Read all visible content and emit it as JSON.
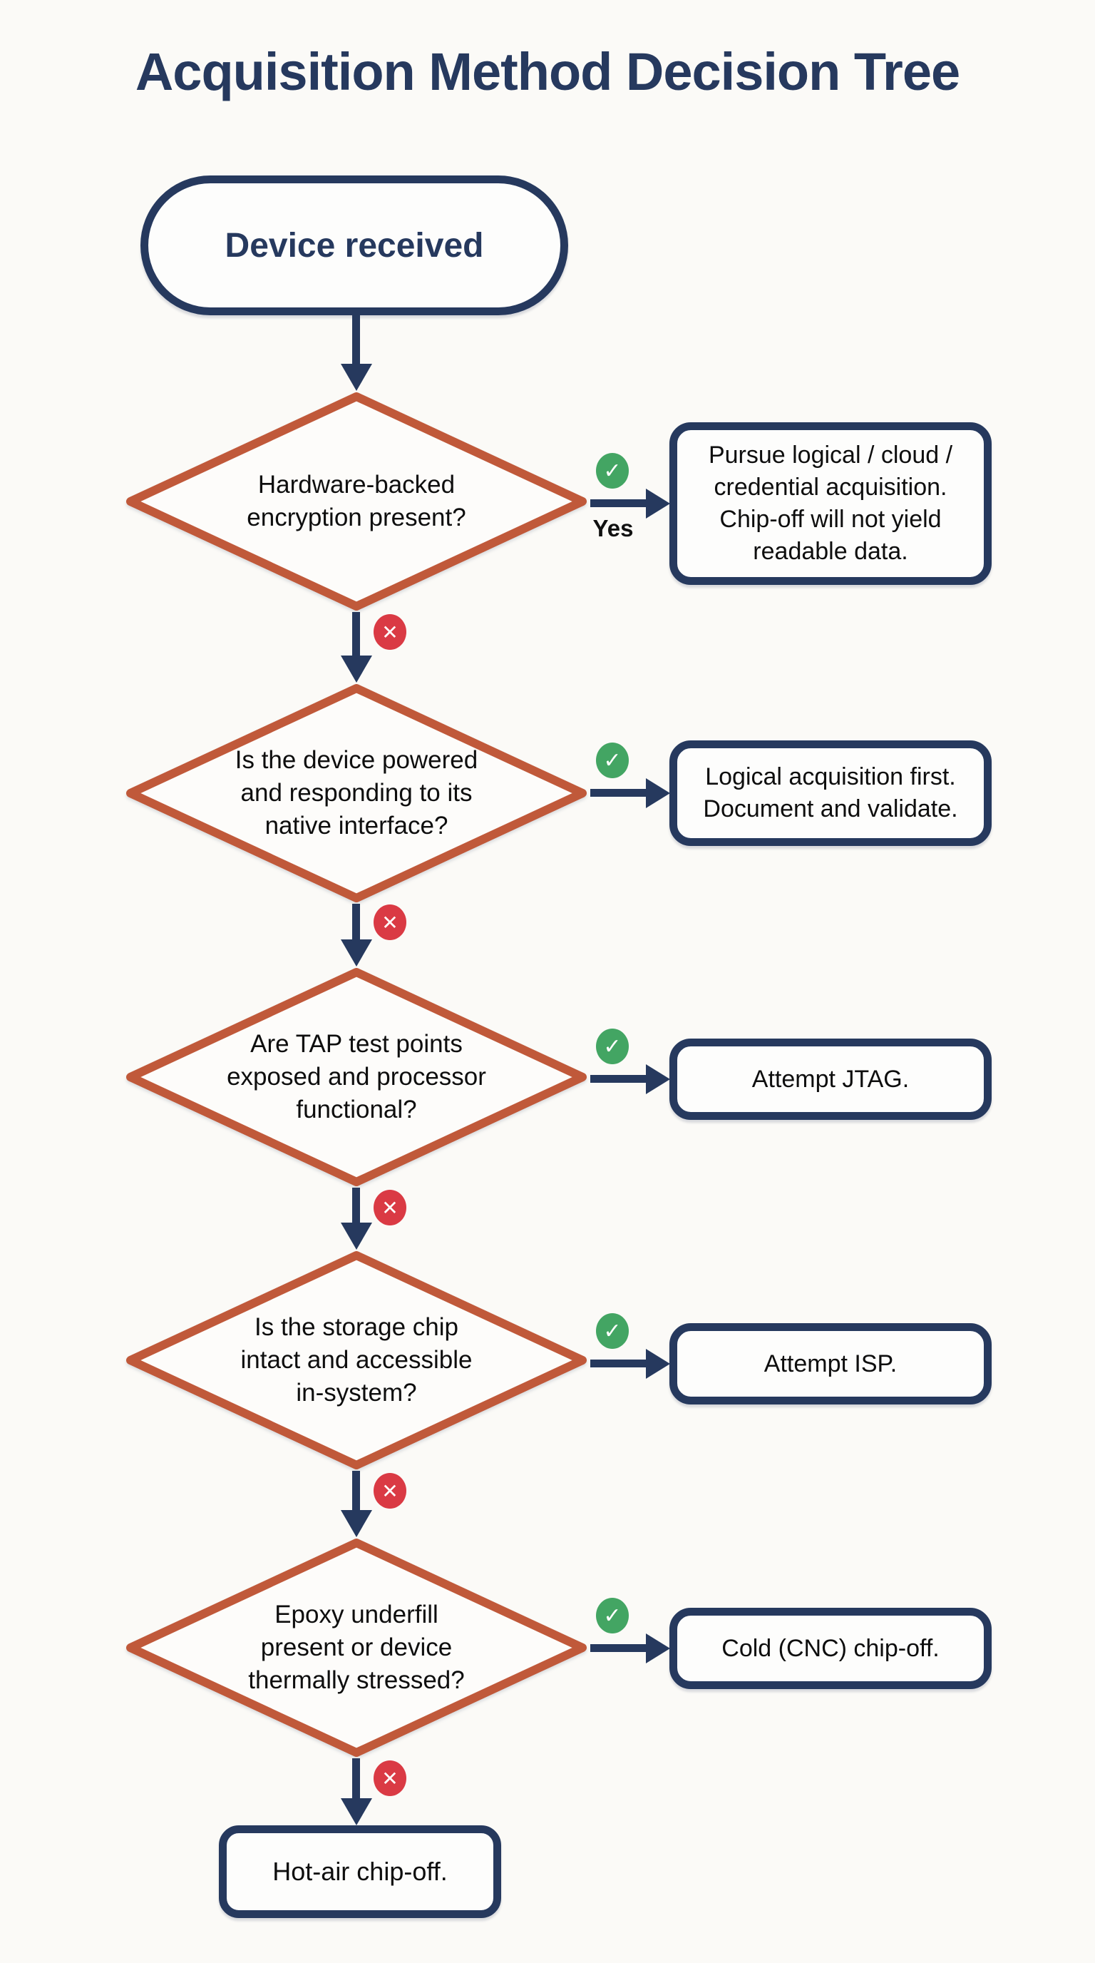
{
  "title": "Acquisition Method Decision Tree",
  "colors": {
    "navy": "#26395e",
    "diamond_terracotta": "#c0593a",
    "yes_green": "#43a563",
    "no_red": "#da3a44",
    "background": "#fbfaf7"
  },
  "icons": {
    "yes": {
      "name": "check-circle-icon",
      "glyph": "✓"
    },
    "no": {
      "name": "x-circle-icon",
      "glyph": "✕"
    }
  },
  "start_node": {
    "label": "Device received"
  },
  "decisions": [
    {
      "question": "Hardware-backed\nencryption present?",
      "yes_label": "Yes",
      "outcome": "Pursue logical / cloud /\ncredential acquisition.\nChip-off will not yield\nreadable data."
    },
    {
      "question": "Is the device powered\nand responding to its\nnative interface?",
      "outcome": "Logical acquisition first.\nDocument and validate."
    },
    {
      "question": "Are TAP test points\nexposed and processor\nfunctional?",
      "outcome": "Attempt JTAG."
    },
    {
      "question": "Is the storage chip\nintact and accessible\nin-system?",
      "outcome": "Attempt ISP."
    },
    {
      "question": "Epoxy underfill\npresent or device\nthermally stressed?",
      "outcome": "Cold (CNC) chip-off."
    }
  ],
  "end_node": {
    "label": "Hot-air chip-off."
  }
}
